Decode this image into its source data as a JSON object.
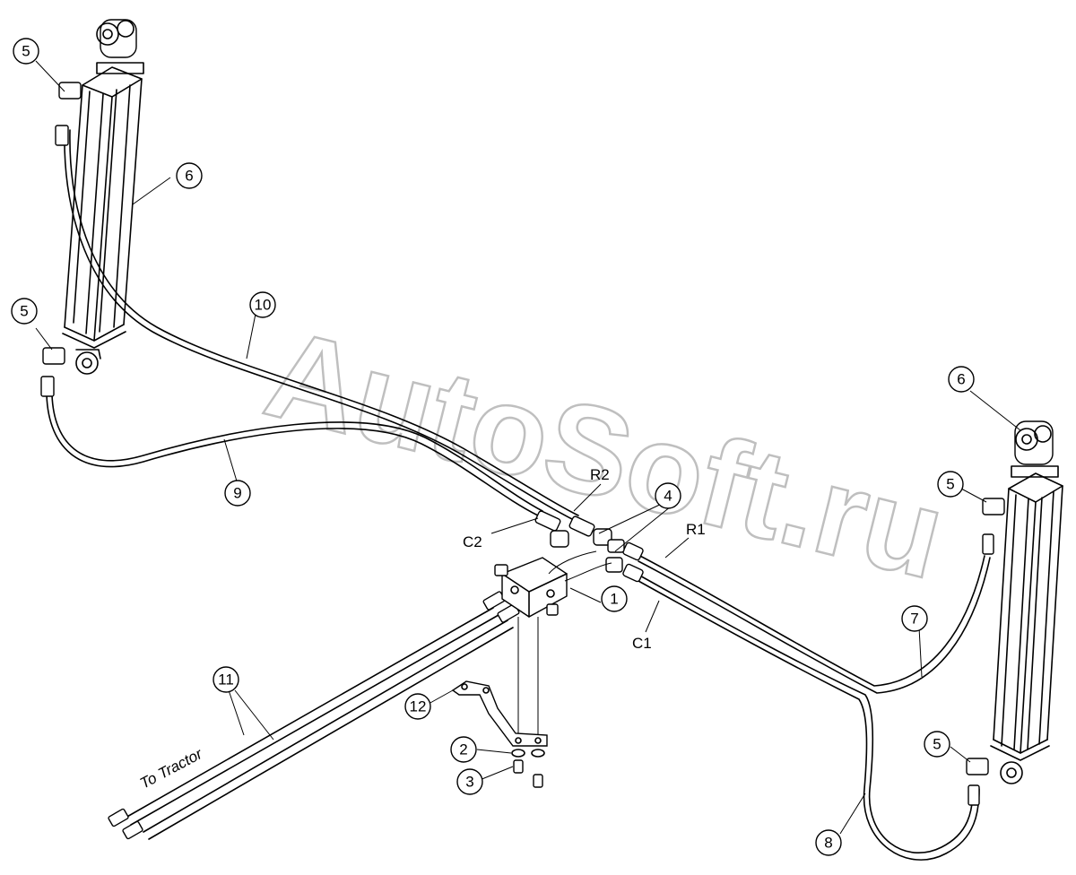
{
  "watermark": "AutoSoft.ru",
  "note_to_tractor": "To Tractor",
  "port_labels": {
    "r2": "R2",
    "c2": "C2",
    "r1": "R1",
    "c1": "C1"
  },
  "callouts": {
    "c1": "1",
    "c2": "2",
    "c3": "3",
    "c4": "4",
    "c5a": "5",
    "c5b": "5",
    "c5c": "5",
    "c5d": "5",
    "c6a": "6",
    "c6b": "6",
    "c7": "7",
    "c8": "8",
    "c9": "9",
    "c10": "10",
    "c11": "11",
    "c12": "12"
  }
}
